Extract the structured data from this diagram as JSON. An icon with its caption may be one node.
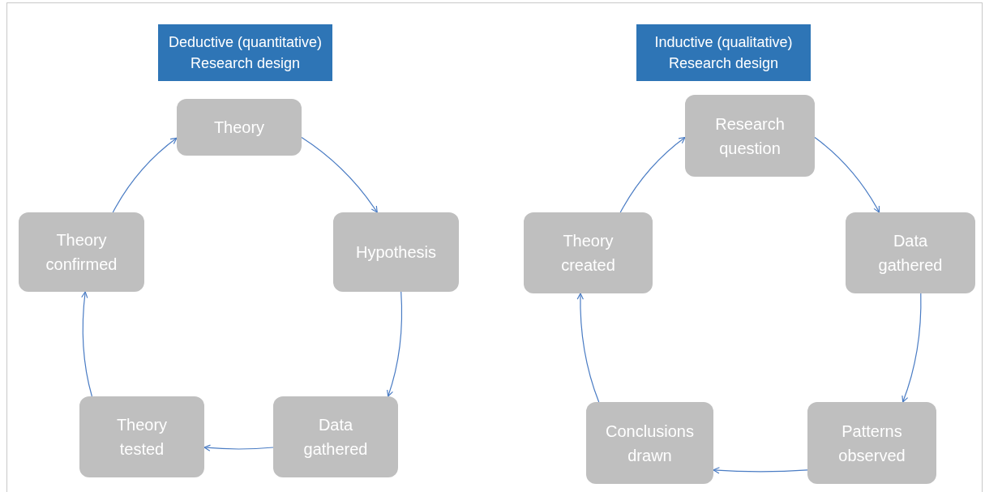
{
  "diagram": {
    "nodes": [
      {
        "text": [
          "Deductive (quantitative) Research design"
        ]
      },
      {
        "text": [
          "Theory"
        ]
      },
      {
        "text": [
          "Hypothesis"
        ]
      },
      {
        "text": [
          "Data gathered"
        ]
      },
      {
        "text": [
          "Theory tested"
        ]
      },
      {
        "text": [
          "Theory confirmed"
        ]
      },
      {
        "text": [
          "Inductive (qualitative) Research design"
        ]
      },
      {
        "text": [
          "Research question"
        ]
      },
      {
        "text": [
          "Data gathered"
        ]
      },
      {
        "text": [
          "Patterns observed"
        ]
      },
      {
        "text": [
          "Conclusions drawn"
        ]
      },
      {
        "text": [
          "Theory created"
        ]
      }
    ],
    "edges": [
      {
        "from": 1,
        "to": 2,
        "arrow": "to"
      },
      {
        "from": 2,
        "to": 3,
        "arrow": "to"
      },
      {
        "from": 3,
        "to": 4,
        "arrow": "to"
      },
      {
        "from": 4,
        "to": 5,
        "arrow": "to"
      },
      {
        "from": 5,
        "to": 1,
        "arrow": "to"
      },
      {
        "from": 7,
        "to": 8,
        "arrow": "to"
      },
      {
        "from": 8,
        "to": 9,
        "arrow": "to"
      },
      {
        "from": 9,
        "to": 10,
        "arrow": "to"
      },
      {
        "from": 10,
        "to": 11,
        "arrow": "to"
      },
      {
        "from": 11,
        "to": 7,
        "arrow": "to"
      }
    ]
  }
}
